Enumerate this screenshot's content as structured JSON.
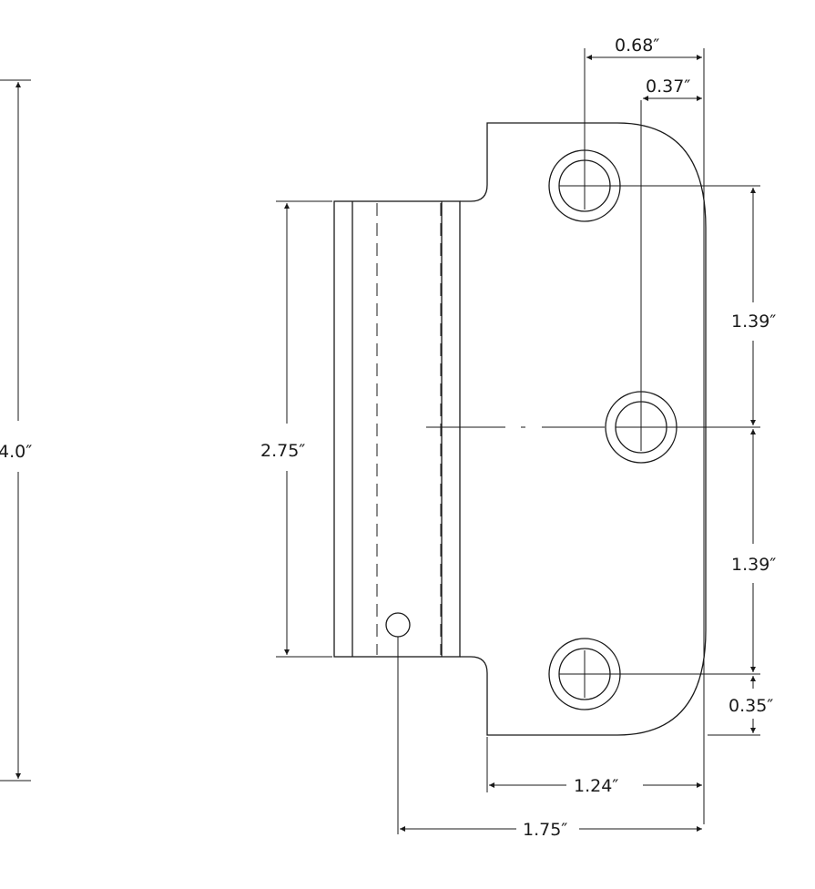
{
  "dimensions": {
    "overall_height": "4.0″",
    "barrel_length": "2.75″",
    "hole_offset_outer": "0.68″",
    "hole_offset_inner": "0.37″",
    "hole_spacing_upper": "1.39″",
    "hole_spacing_lower": "1.39″",
    "bottom_hole_to_edge": "0.35″",
    "leaf_width": "1.24″",
    "total_width": "1.75″"
  },
  "colors": {
    "line": "#1a1a1a",
    "background": "#ffffff"
  }
}
